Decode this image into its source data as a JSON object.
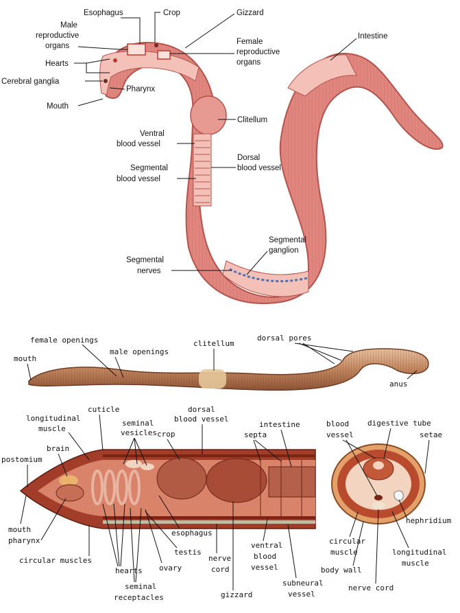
{
  "top_diagram": {
    "esophagus": "Esophagus",
    "crop": "Crop",
    "gizzard": "Gizzard",
    "male_reproductive": [
      "Male",
      "reproductive",
      "organs"
    ],
    "female_reproductive": [
      "Female",
      "reproductive",
      "organs"
    ],
    "intestine": "Intestine",
    "hearts": "Hearts",
    "cerebral_ganglia": "Cerebral ganglia",
    "pharynx": "Pharynx",
    "mouth": "Mouth",
    "clitellum": "Clitellum",
    "ventral_blood_vessel": [
      "Ventral",
      "blood vessel"
    ],
    "dorsal_blood_vessel": [
      "Dorsal",
      "blood vessel"
    ],
    "segmental_blood_vessel": [
      "Segmental",
      "blood vessel"
    ],
    "segmental_ganglion": [
      "Segmental",
      "ganglion"
    ],
    "segmental_nerves": [
      "Segmental",
      "nerves"
    ]
  },
  "external_view": {
    "female_openings": "female openings",
    "male_openings": "male openings",
    "clitellum": "clitellum",
    "dorsal_pores": "dorsal pores",
    "mouth": "mouth",
    "anus": "anus"
  },
  "longitudinal_section": {
    "longitudinal_muscle": [
      "longitudinal",
      "muscle"
    ],
    "cuticle": "cuticle",
    "seminal_vesicles": [
      "seminal",
      "vesicles"
    ],
    "dorsal_blood_vessel": [
      "dorsal",
      "blood vessel"
    ],
    "crop": "crop",
    "septa": "septa",
    "intestine": "intestine",
    "brain": "brain",
    "postomium": "postomium",
    "mouth": "mouth",
    "pharynx": "pharynx",
    "circular_muscles": "circular muscles",
    "hearts": "hearts",
    "seminal_receptacles": [
      "seminal",
      "receptacles"
    ],
    "ovary": "ovary",
    "testis": "testis",
    "esophagus": "esophagus",
    "nerve_cord": [
      "nerve",
      "cord"
    ],
    "ventral_blood_vessel": [
      "ventral",
      "blood",
      "vessel"
    ],
    "gizzard": "gizzard",
    "subneural_vessel": [
      "subneural",
      "vessel"
    ]
  },
  "cross_section": {
    "blood_vessel": [
      "blood",
      "vessel"
    ],
    "digestive_tube": "digestive tube",
    "setae": "setae",
    "nephridium": "nephridium",
    "circular_muscle": [
      "circular",
      "muscle"
    ],
    "body_wall": "body wall",
    "longitudinal_muscle": [
      "longitudinal",
      "muscle"
    ],
    "nerve_cord": "nerve cord"
  },
  "colors": {
    "worm_body": "#e0867e",
    "worm_dark": "#b4534d",
    "worm_light": "#f2b3ab",
    "external_worm": "#c98c6a",
    "section_dark": "#8a2d1e",
    "nerve_blue": "#4f6fb0"
  }
}
